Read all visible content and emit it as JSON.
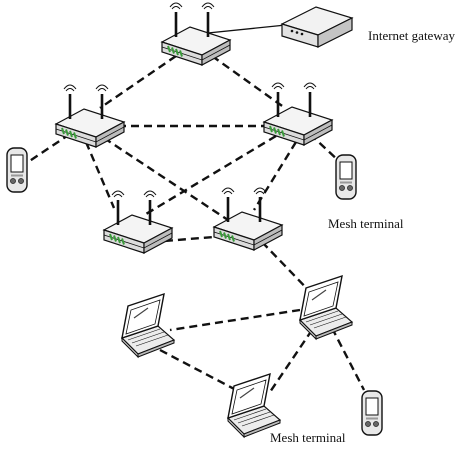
{
  "labels": {
    "gateway": "Internet gateway",
    "mesh_terminal_1": "Mesh terminal",
    "mesh_terminal_2": "Mesh terminal"
  },
  "nodes": {
    "routers": [
      "router-top",
      "router-left",
      "router-right",
      "router-mid-left",
      "router-mid-right"
    ],
    "laptops": [
      "laptop-right",
      "laptop-left",
      "laptop-bottom"
    ],
    "phones": [
      "phone-left",
      "phone-right",
      "phone-bottom"
    ],
    "modems": [
      "internet-gateway-device"
    ]
  },
  "links": [
    {
      "from": "router-top",
      "to": "internet-gateway-device",
      "style": "solid"
    },
    {
      "from": "router-top",
      "to": "router-left",
      "style": "dashed"
    },
    {
      "from": "router-top",
      "to": "router-right",
      "style": "dashed"
    },
    {
      "from": "router-left",
      "to": "router-right",
      "style": "dashed"
    },
    {
      "from": "router-left",
      "to": "router-mid-left",
      "style": "dashed"
    },
    {
      "from": "router-left",
      "to": "router-mid-right",
      "style": "dashed"
    },
    {
      "from": "router-right",
      "to": "router-mid-left",
      "style": "dashed"
    },
    {
      "from": "router-right",
      "to": "router-mid-right",
      "style": "dashed"
    },
    {
      "from": "router-mid-left",
      "to": "router-mid-right",
      "style": "dashed"
    },
    {
      "from": "router-left",
      "to": "phone-left",
      "style": "dashed"
    },
    {
      "from": "router-right",
      "to": "phone-right",
      "style": "dashed"
    },
    {
      "from": "router-mid-right",
      "to": "laptop-right",
      "style": "dashed"
    },
    {
      "from": "laptop-right",
      "to": "laptop-left",
      "style": "dashed"
    },
    {
      "from": "laptop-right",
      "to": "laptop-bottom",
      "style": "dashed"
    },
    {
      "from": "laptop-left",
      "to": "laptop-bottom",
      "style": "dashed"
    },
    {
      "from": "laptop-right",
      "to": "phone-bottom",
      "style": "dashed"
    }
  ],
  "colors": {
    "router_body": "#f2f2f2",
    "router_stripe": "#3a9a3a",
    "line": "#111111",
    "phone_body": "#e8e8e8",
    "laptop_screen": "#ffffff"
  }
}
